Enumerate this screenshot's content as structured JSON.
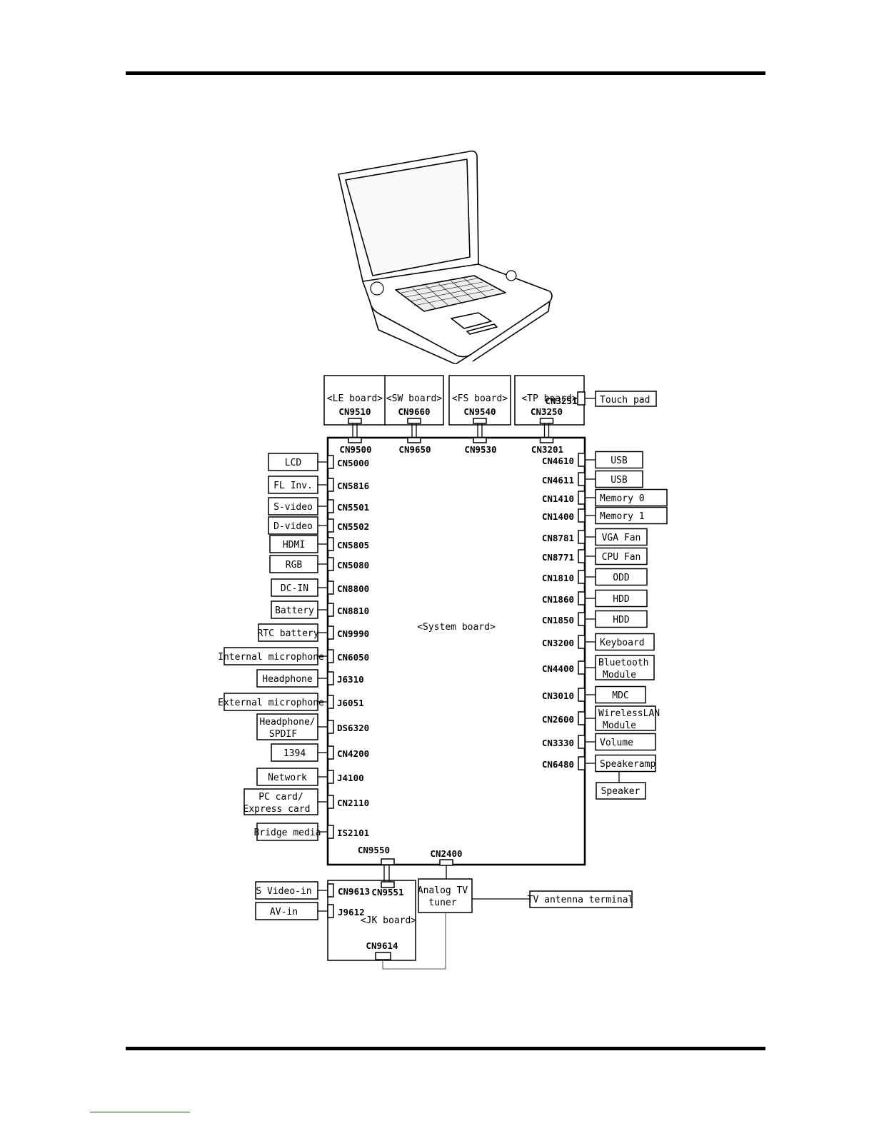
{
  "system_board": {
    "title": "<System board>"
  },
  "top_boards": [
    {
      "name": "<LE board>",
      "board_connector": "CN9510",
      "system_connector": "CN9500"
    },
    {
      "name": "<SW board>",
      "board_connector": "CN9660",
      "system_connector": "CN9650"
    },
    {
      "name": "<FS board>",
      "board_connector": "CN9540",
      "system_connector": "CN9530"
    },
    {
      "name": "<TP board>",
      "board_connector": "CN3250",
      "system_connector": "CN3201",
      "extra_connector": "CN3251",
      "extra_device": "Touch pad"
    }
  ],
  "left_devices": [
    {
      "label": "LCD",
      "connector": "CN5000"
    },
    {
      "label": "FL Inv.",
      "connector": "CN5816"
    },
    {
      "label": "S-video",
      "connector": "CN5501"
    },
    {
      "label": "D-video",
      "connector": "CN5502"
    },
    {
      "label": "HDMI",
      "connector": "CN5805"
    },
    {
      "label": "RGB",
      "connector": "CN5080"
    },
    {
      "label": "DC-IN",
      "connector": "CN8800"
    },
    {
      "label": "Battery",
      "connector": "CN8810"
    },
    {
      "label": "RTC battery",
      "connector": "CN9990"
    },
    {
      "label": "Internal microphone",
      "connector": "CN6050"
    },
    {
      "label": "Headphone",
      "connector": "J6310"
    },
    {
      "label": "External microphone",
      "connector": "J6051"
    },
    {
      "label": "Headphone/",
      "label2": "SPDIF",
      "connector": "DS6320"
    },
    {
      "label": "1394",
      "connector": "CN4200"
    },
    {
      "label": "Network",
      "connector": "J4100"
    },
    {
      "label": "PC card/",
      "label2": "Express card",
      "connector": "CN2110"
    },
    {
      "label": "Bridge media",
      "connector": "IS2101"
    }
  ],
  "right_devices": [
    {
      "label": "USB",
      "connector": "CN4610"
    },
    {
      "label": "USB",
      "connector": "CN4611"
    },
    {
      "label": "Memory 0",
      "connector": "CN1410"
    },
    {
      "label": "Memory 1",
      "connector": "CN1400"
    },
    {
      "label": "VGA Fan",
      "connector": "CN8781"
    },
    {
      "label": "CPU Fan",
      "connector": "CN8771"
    },
    {
      "label": "ODD",
      "connector": "CN1810"
    },
    {
      "label": "HDD",
      "connector": "CN1860"
    },
    {
      "label": "HDD",
      "connector": "CN1850"
    },
    {
      "label": "Keyboard",
      "connector": "CN3200"
    },
    {
      "label": "Bluetooth",
      "label2": "Module",
      "connector": "CN4400"
    },
    {
      "label": "MDC",
      "connector": "CN3010"
    },
    {
      "label": "WirelessLAN",
      "label2": "Module",
      "connector": "CN2600"
    },
    {
      "label": "Volume",
      "connector": "CN3330"
    },
    {
      "label": "Speakeramp",
      "connector": "CN6480",
      "sub": "Speaker"
    }
  ],
  "bottom": {
    "jk_board": "<JK board>",
    "system_jk_connector": "CN9550",
    "jk_system_connector": "CN9551",
    "tv_connector": "CN2400",
    "jk_inner_connector": "CN9614",
    "tuner": {
      "line1": "Analog TV",
      "line2": "tuner"
    },
    "antenna": "TV antenna terminal",
    "jk_devices": [
      {
        "label": "S Video-in",
        "connector": "CN9613"
      },
      {
        "label": "AV-in",
        "connector": "J9612"
      }
    ]
  }
}
